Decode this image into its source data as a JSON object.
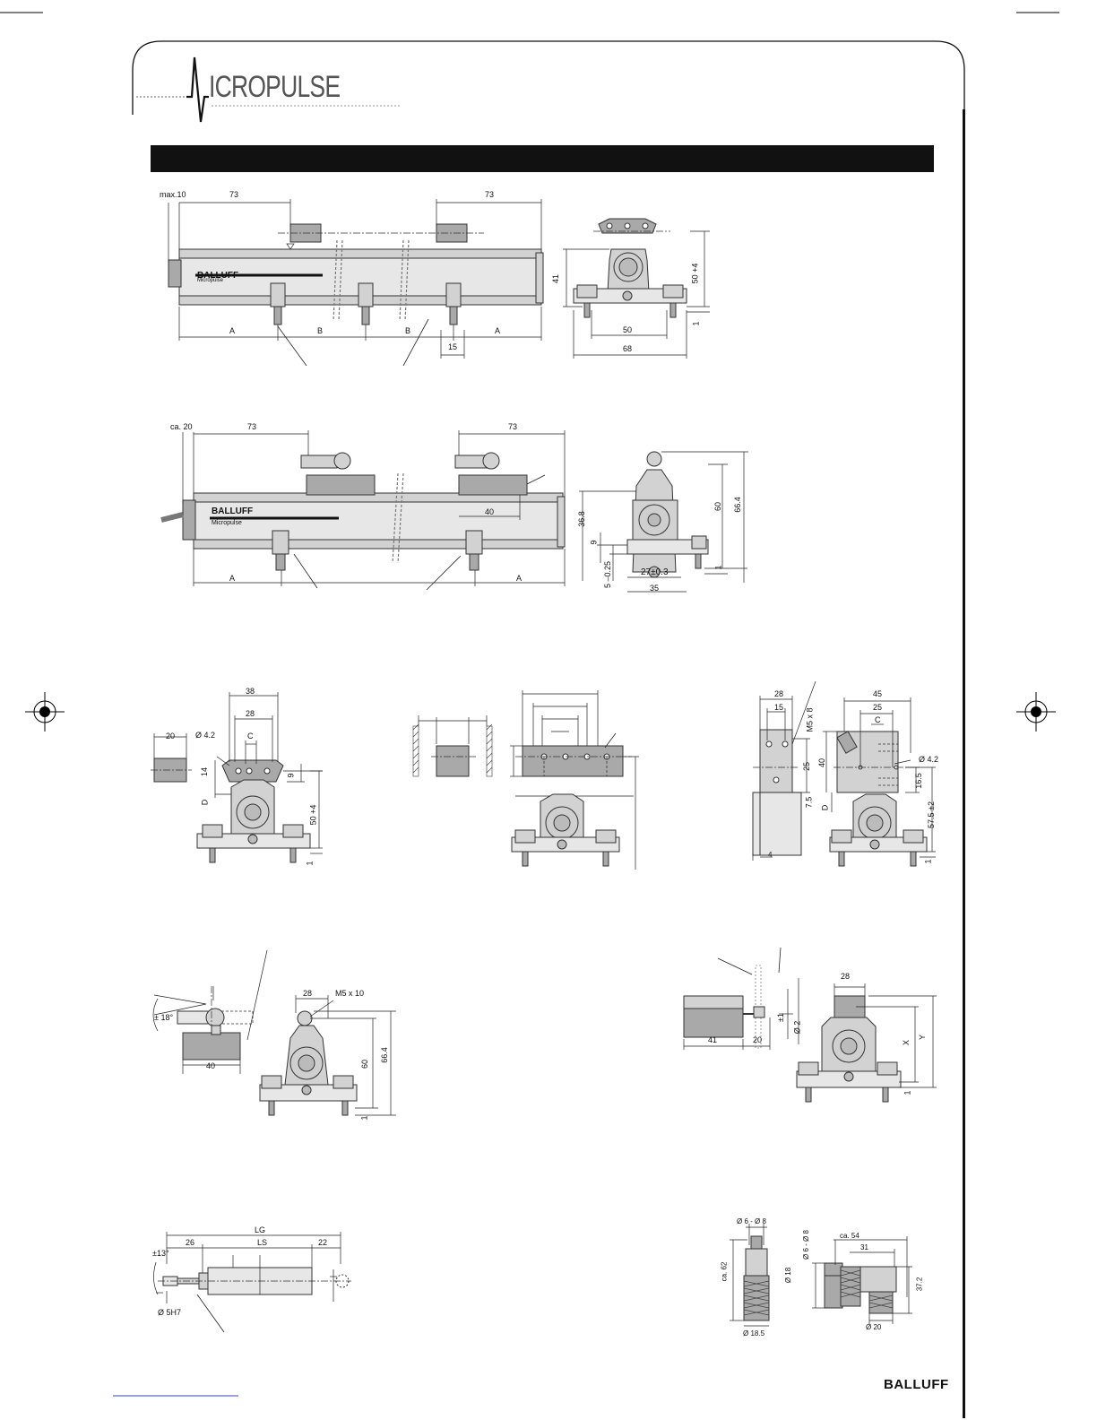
{
  "header": {
    "logo_text": "ICROPULSE",
    "logo_initial": "M"
  },
  "footer": {
    "brand": "BALLUFF"
  },
  "housing": {
    "brand_label": "BALLUFF",
    "product_label": "Micropulse"
  },
  "drawing1": {
    "top_dims": [
      "max.10",
      "73",
      "73"
    ],
    "bottom_dims": [
      "A",
      "B",
      "B",
      "A",
      "15"
    ],
    "side_dims": [
      "41",
      "50 +4",
      "1",
      "50",
      "68"
    ]
  },
  "drawing2": {
    "top_dims": [
      "ca. 20",
      "73",
      "73"
    ],
    "bottom_dims": [
      "A",
      "A",
      "40"
    ],
    "side_dims": [
      "36.8",
      "9",
      "5 –0.25",
      "27±0.3",
      "35",
      "60",
      "66.4",
      "1"
    ]
  },
  "drawing3": {
    "dims": [
      "20",
      "38",
      "28",
      "Ø 4.2",
      "C",
      "14",
      "9",
      "D",
      "50 +4",
      "1"
    ]
  },
  "drawing5": {
    "dims": [
      "28",
      "15",
      "M5 x 8",
      "25",
      "4",
      "45",
      "25",
      "C",
      "40",
      "Ø 4.2",
      "16.5",
      "7.5",
      "D",
      "57.5 ±2",
      "1"
    ]
  },
  "drawing6": {
    "dims": [
      "± 18°",
      "40",
      "28",
      "M5 x 10",
      "60",
      "66.4",
      "1"
    ]
  },
  "drawing7": {
    "dims": [
      "41",
      "20",
      "±1",
      "Ø 2",
      "28",
      "X",
      "Y",
      "1"
    ]
  },
  "drawing8": {
    "dims": [
      "LG",
      "26",
      "LS",
      "22",
      "±13°",
      "Ø 5H7"
    ]
  },
  "drawing9": {
    "dims": [
      "Ø 6 - Ø 8",
      "ca. 62",
      "Ø 18.5",
      "ca. 54",
      "31",
      "Ø 6 - Ø 8",
      "Ø 18",
      "37.2",
      "Ø 20"
    ]
  }
}
